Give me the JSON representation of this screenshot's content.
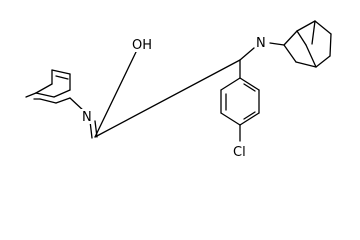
{
  "diagram": {
    "type": "chemical-structure",
    "atoms": {
      "oh": "OH",
      "n_imine": "N",
      "n_amine": "N",
      "cl": "Cl"
    }
  }
}
